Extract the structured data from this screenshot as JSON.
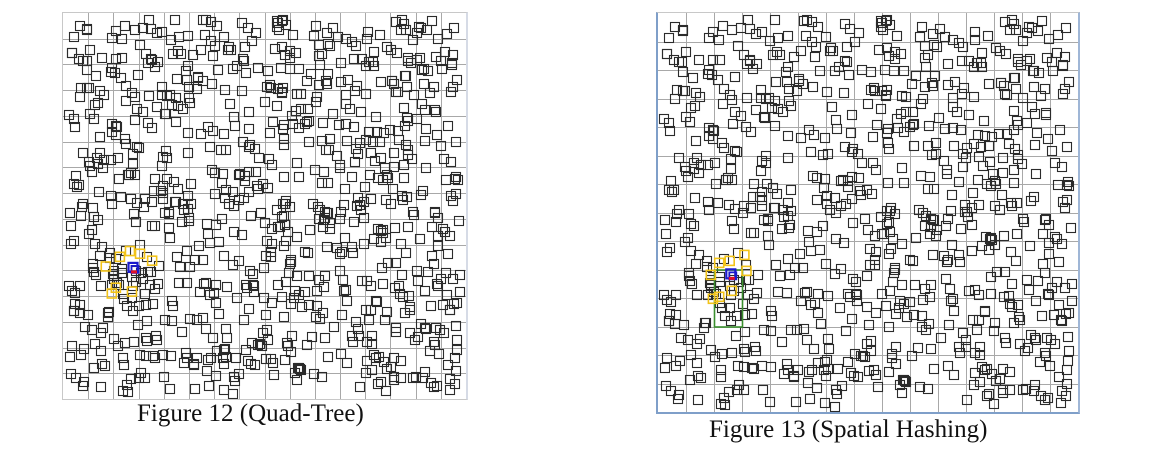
{
  "figures": [
    {
      "id": "fig12",
      "caption": "Figure 12 (Quad-Tree)",
      "structure": "quad-tree",
      "grid": {
        "cols": 16,
        "rows": 15,
        "line_color": "#a8a8a8"
      },
      "object_color": "#2b2b2b",
      "query": {
        "query_object_color": "#1a1acc",
        "hit_color": "#e0102a",
        "candidate_color": "#f2c318",
        "query_position": [
          0.165,
          0.65
        ],
        "candidates": [
          [
            0.13,
            0.62
          ],
          [
            0.155,
            0.605
          ],
          [
            0.095,
            0.645
          ],
          [
            0.21,
            0.63
          ],
          [
            0.16,
            0.71
          ],
          [
            0.11,
            0.715
          ],
          [
            0.12,
            0.7
          ],
          [
            0.18,
            0.612
          ]
        ]
      }
    },
    {
      "id": "fig13",
      "caption": "Figure 13 (Spatial Hashing)",
      "structure": "spatial-hashing",
      "grid": {
        "cols": 15,
        "rows": 14,
        "line_color": "#a8a8a8"
      },
      "object_color": "#2b2b2b",
      "query": {
        "query_object_color": "#1a1acc",
        "hit_color": "#e0102a",
        "candidate_color": "#f2c318",
        "highlight_cell_color": "#3a8f2e",
        "highlight_cells": {
          "col": 2,
          "row_start": 9,
          "row_end": 10
        },
        "query_position": [
          0.165,
          0.645
        ],
        "candidates": [
          [
            0.135,
            0.615
          ],
          [
            0.16,
            0.61
          ],
          [
            0.115,
            0.645
          ],
          [
            0.2,
            0.635
          ],
          [
            0.165,
            0.685
          ],
          [
            0.12,
            0.705
          ],
          [
            0.135,
            0.7
          ],
          [
            0.195,
            0.595
          ]
        ]
      }
    }
  ],
  "scatter": {
    "count": 900,
    "seed": 12,
    "square_size": 9
  }
}
